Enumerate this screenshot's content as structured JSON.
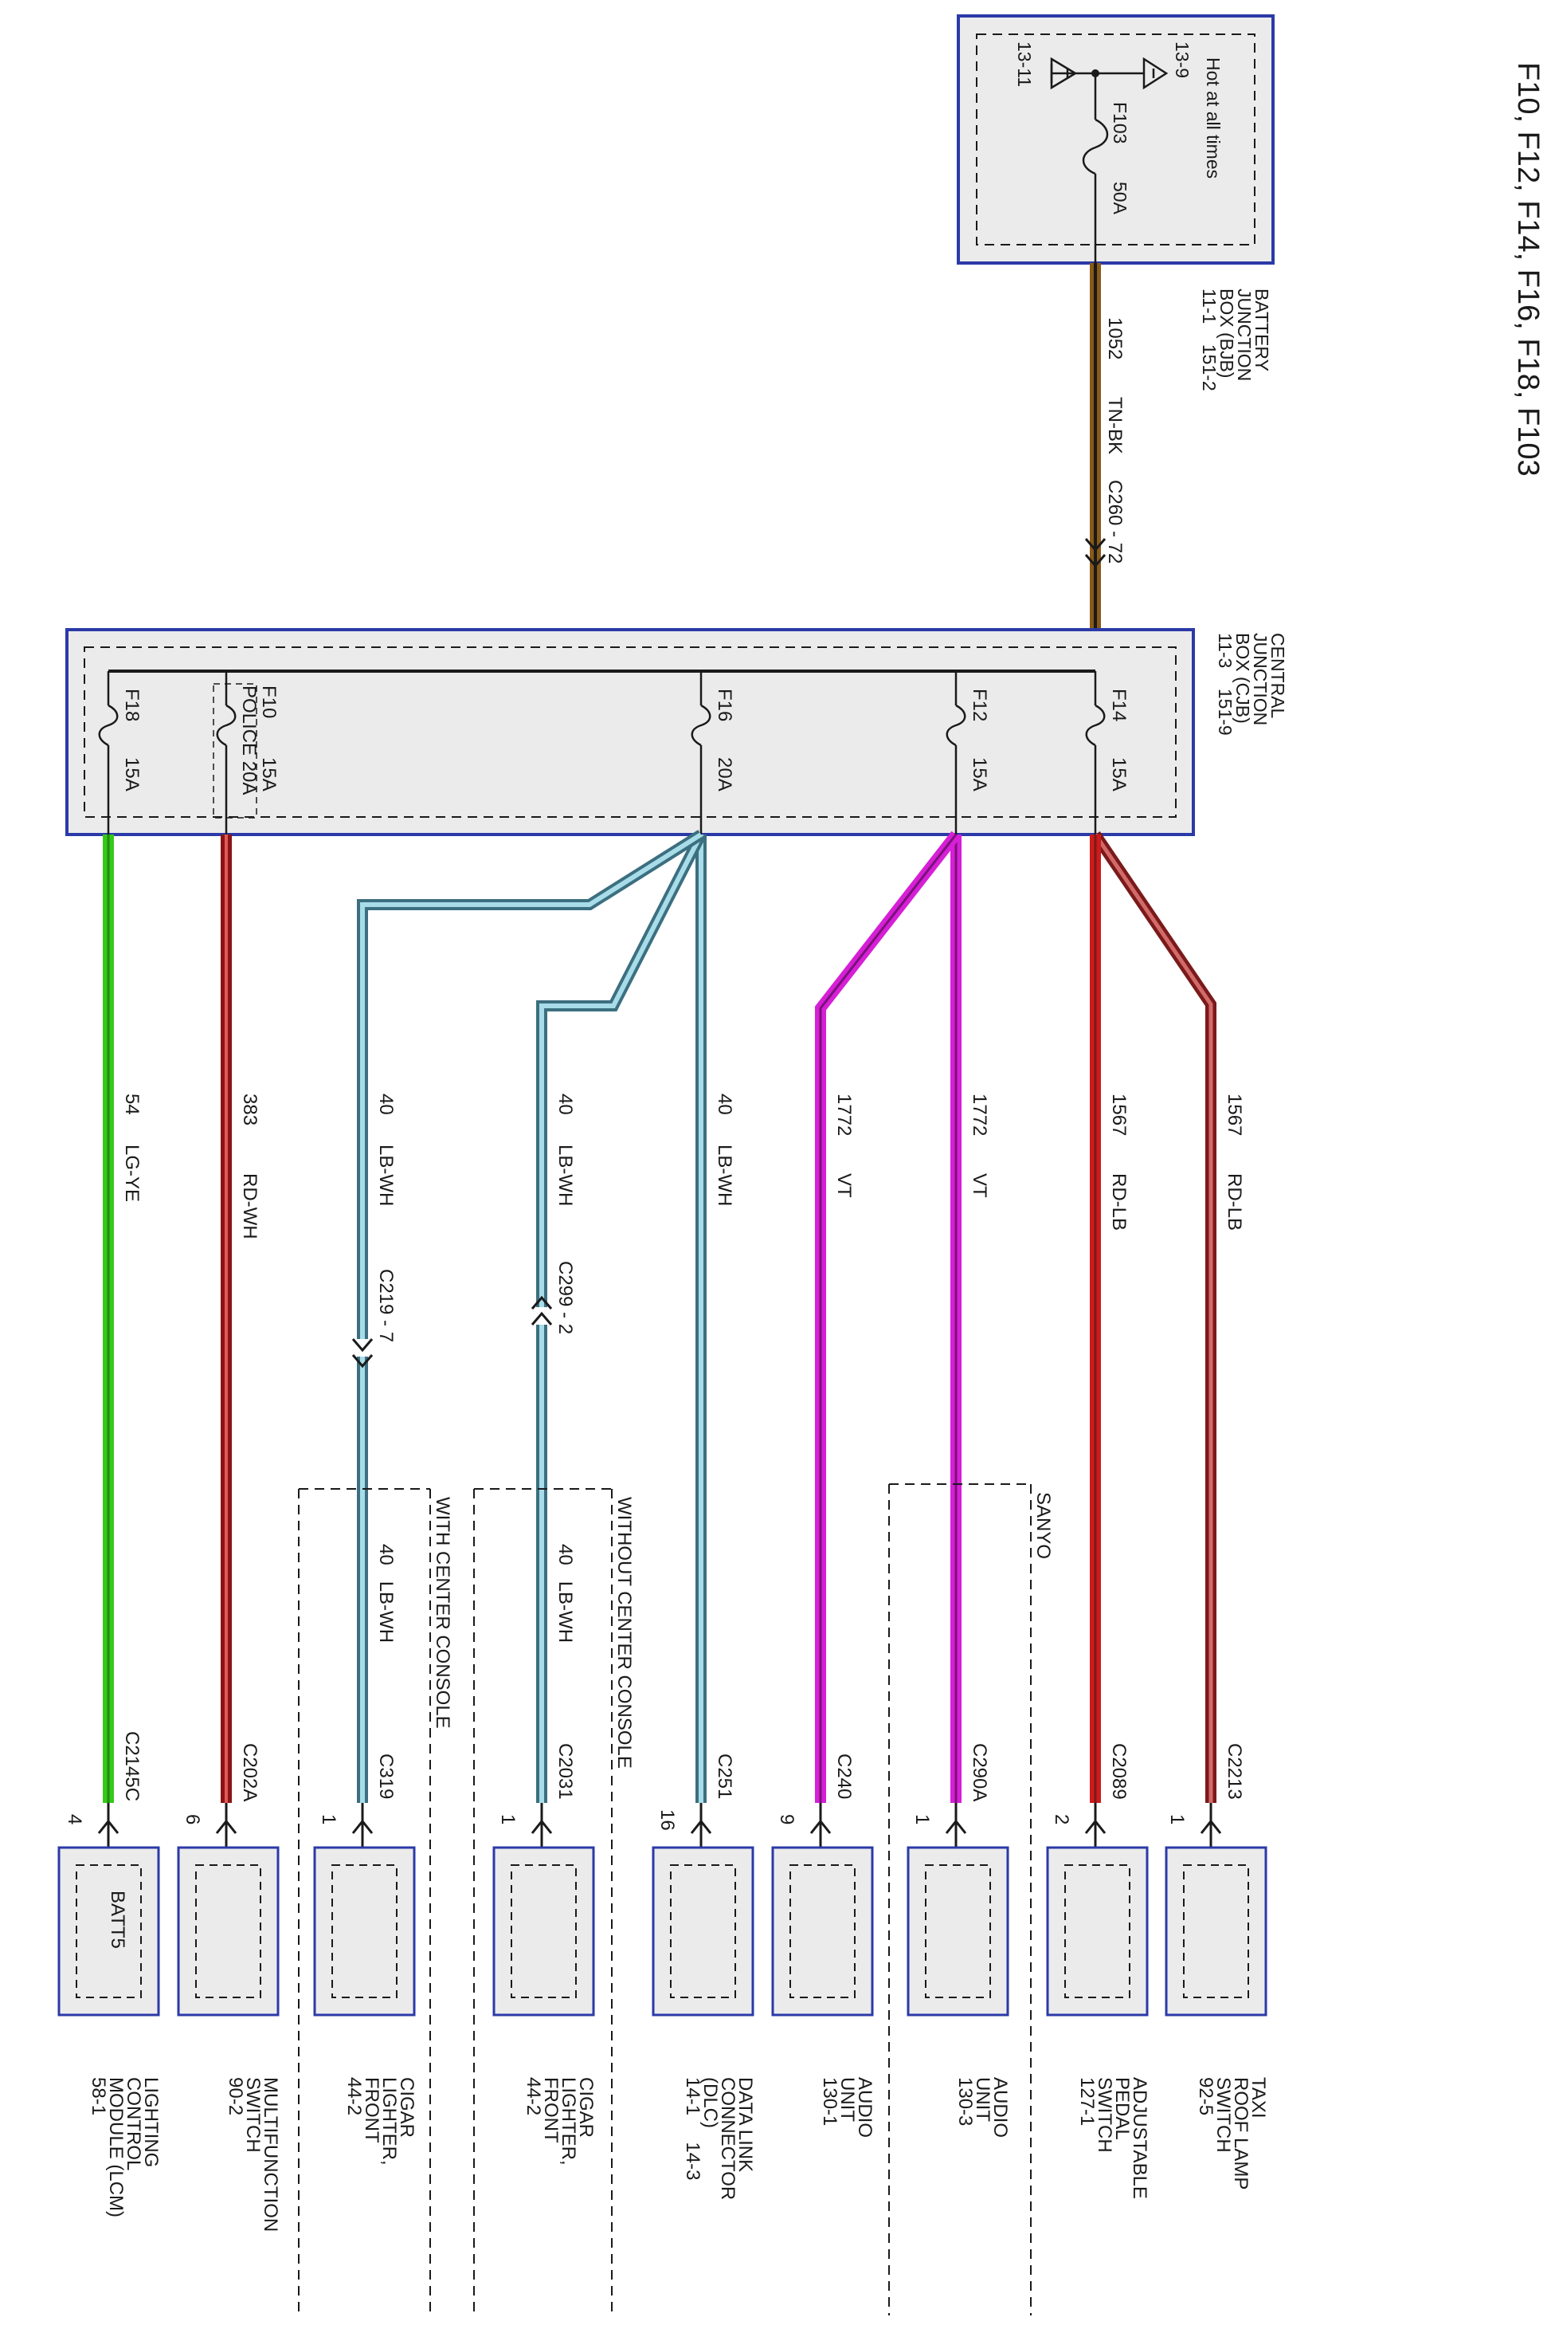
{
  "title": "F10, F12, F14, F16, F18, F103",
  "colors": {
    "box_border": "#2b3aa8",
    "box_fill": "#ebebeb",
    "tan_black": "#8a5a18",
    "red": "#cc1b1b",
    "red_wh": "#a31515",
    "green": "#35c91a",
    "violet": "#d61fd6",
    "light_blue": "#84c8d8"
  },
  "bjb": {
    "name_lines": [
      "BATTERY",
      "JUNCTION",
      "BOX (BJB)",
      "11-1    151-2"
    ],
    "hot_label": "Hot at all times",
    "ground_left": "13-11",
    "ground_right": "13-9",
    "fuse_name": "F103",
    "fuse_rating": "50A"
  },
  "feed_wire": {
    "circuit": "1052",
    "color_code": "TN-BK",
    "connector": "C260 - 72"
  },
  "cjb": {
    "name_lines": [
      "CENTRAL",
      "JUNCTION",
      "BOX (CJB)",
      "11-3    151-9"
    ],
    "fuses": [
      {
        "id": "f14",
        "name": "F14",
        "rating": "15A"
      },
      {
        "id": "f12",
        "name": "F12",
        "rating": "15A"
      },
      {
        "id": "f16",
        "name": "F16",
        "rating": "20A"
      },
      {
        "id": "f10",
        "name": "F10",
        "rating": "15A",
        "alt_label": "POLICE 20A"
      },
      {
        "id": "f18",
        "name": "F18",
        "rating": "15A"
      }
    ]
  },
  "wires": [
    {
      "id": "w1567b",
      "circuit": "1567",
      "code": "RD-LB"
    },
    {
      "id": "w1567a",
      "circuit": "1567",
      "code": "RD-LB"
    },
    {
      "id": "w1772a",
      "circuit": "1772",
      "code": "VT"
    },
    {
      "id": "w1772b",
      "circuit": "1772",
      "code": "VT"
    },
    {
      "id": "w40a",
      "circuit": "40",
      "code": "LB-WH"
    },
    {
      "id": "w40b",
      "circuit": "40",
      "code": "LB-WH",
      "inline_connector": "C299 - 2",
      "after": "40   LB-WH"
    },
    {
      "id": "w40c",
      "circuit": "40",
      "code": "LB-WH",
      "inline_connector": "C219 - 7",
      "after": "40   LB-WH"
    },
    {
      "id": "w383",
      "circuit": "383",
      "code": "RD-WH"
    },
    {
      "id": "w54",
      "circuit": "54",
      "code": "LG-YE"
    }
  ],
  "option_groups": {
    "sanyo": "SANYO",
    "without_console": "WITHOUT CENTER CONSOLE",
    "with_console": "WITH CENTER CONSOLE"
  },
  "components": [
    {
      "id": "taxi",
      "connector": "C2213",
      "pin": "1",
      "name_lines": [
        "TAXI",
        "ROOF LAMP",
        "SWITCH",
        "92-5"
      ]
    },
    {
      "id": "pedal",
      "connector": "C2089",
      "pin": "2",
      "name_lines": [
        "ADJUSTABLE",
        "PEDAL",
        "SWITCH",
        "127-1"
      ]
    },
    {
      "id": "audio3",
      "connector": "C290A",
      "pin": "1",
      "name_lines": [
        "AUDIO",
        "UNIT",
        "130-3"
      ]
    },
    {
      "id": "audio1",
      "connector": "C240",
      "pin": "9",
      "name_lines": [
        "AUDIO",
        "UNIT",
        "130-1"
      ]
    },
    {
      "id": "dlc",
      "connector": "C251",
      "pin": "16",
      "name_lines": [
        "DATA LINK",
        "CONNECTOR",
        "(DLC)",
        "14-1     14-3"
      ]
    },
    {
      "id": "cig1",
      "connector": "C2031",
      "pin": "1",
      "name_lines": [
        "CIGAR",
        "LIGHTER,",
        "FRONT",
        "44-2"
      ]
    },
    {
      "id": "cig2",
      "connector": "C319",
      "pin": "1",
      "name_lines": [
        "CIGAR",
        "LIGHTER,",
        "FRONT",
        "44-2"
      ]
    },
    {
      "id": "mfs",
      "connector": "C202A",
      "pin": "6",
      "name_lines": [
        "MULTIFUNCTION",
        "SWITCH",
        "90-2"
      ]
    },
    {
      "id": "lcm",
      "connector": "C2145C",
      "pin": "4",
      "inner": "BATT5",
      "name_lines": [
        "LIGHTING",
        "CONTROL",
        "MODULE (LCM)",
        "58-1"
      ]
    }
  ]
}
